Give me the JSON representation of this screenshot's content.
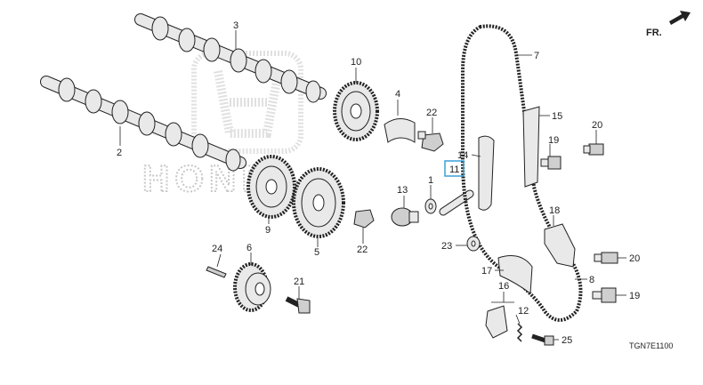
{
  "orientation": {
    "label": "FR.",
    "icon": "front-arrow-icon"
  },
  "watermark": {
    "text": "HONDA",
    "icon": "honda-logo-icon"
  },
  "diagram_code": "TGN7E1100",
  "callouts": {
    "c1": "1",
    "c2": "2",
    "c3": "3",
    "c4": "4",
    "c5": "5",
    "c6": "6",
    "c7": "7",
    "c8": "8",
    "c9": "9",
    "c10": "10",
    "c11": "11",
    "c12": "12",
    "c13": "13",
    "c14": "14",
    "c15": "15",
    "c16": "16",
    "c17": "17",
    "c18": "18",
    "c19a": "19",
    "c19b": "19",
    "c20a": "20",
    "c20b": "20",
    "c21": "21",
    "c22a": "22",
    "c22b": "22",
    "c23": "23",
    "c24": "24",
    "c25": "25"
  },
  "highlight": {
    "part": "11",
    "color": "#3aa0d8"
  },
  "colors": {
    "line": "#222222",
    "fill": "#e9e9e9",
    "watermark": "#c8c8c8"
  }
}
